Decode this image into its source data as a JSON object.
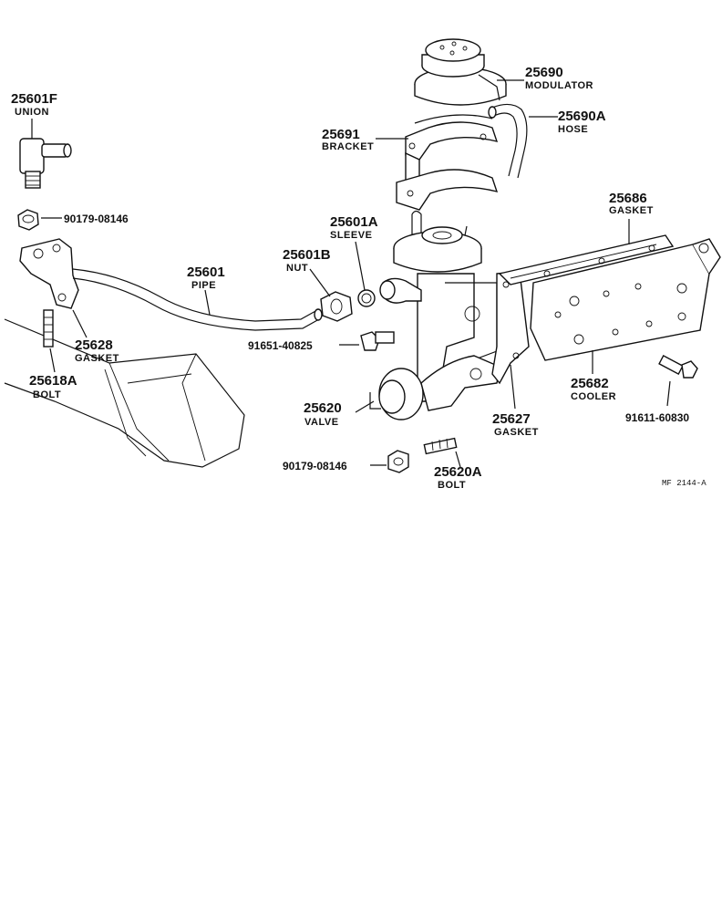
{
  "figure_ref": "MF 2144-A",
  "parts": {
    "p25601F": {
      "number": "25601F",
      "name": "UNION"
    },
    "p90179a": {
      "number": "90179-08146"
    },
    "p25601": {
      "number": "25601",
      "name": "PIPE"
    },
    "p25628": {
      "number": "25628",
      "name": "GASKET"
    },
    "p25618A": {
      "number": "25618A",
      "name": "BOLT"
    },
    "p25601B": {
      "number": "25601B",
      "name": "NUT"
    },
    "p25601A": {
      "number": "25601A",
      "name": "SLEEVE"
    },
    "p91651": {
      "number": "91651-40825"
    },
    "p25620": {
      "number": "25620",
      "name": "VALVE"
    },
    "p90179b": {
      "number": "90179-08146"
    },
    "p25620A": {
      "number": "25620A",
      "name": "BOLT"
    },
    "p25627": {
      "number": "25627",
      "name": "GASKET"
    },
    "p25690": {
      "number": "25690",
      "name": "MODULATOR"
    },
    "p25690A": {
      "number": "25690A",
      "name": "HOSE"
    },
    "p25691": {
      "number": "25691",
      "name": "BRACKET"
    },
    "p25686": {
      "number": "25686",
      "name": "GASKET"
    },
    "p25682": {
      "number": "25682",
      "name": "COOLER"
    },
    "p91611": {
      "number": "91611-60830"
    }
  }
}
